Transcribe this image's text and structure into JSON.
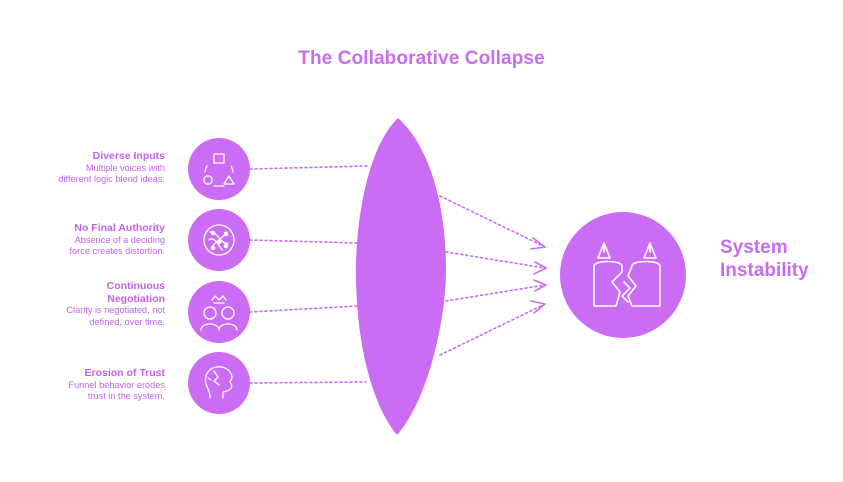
{
  "title": "The Collaborative Collapse",
  "colors": {
    "primary": "#cb6cf5",
    "text": "#c462e8",
    "line": "#c96cf0",
    "icon_stroke": "#ffffff"
  },
  "inputs": [
    {
      "heading": "Diverse Inputs",
      "desc_lines": [
        "Multiple voices with",
        "different logic blend ideas."
      ],
      "icon": "shapes-in-cycle-icon"
    },
    {
      "heading": "No Final Authority",
      "desc_lines": [
        "Absence of a deciding",
        "force creates distortion."
      ],
      "icon": "tangled-network-icon"
    },
    {
      "heading_lines": [
        "Continuous",
        "Negotiation"
      ],
      "desc_lines": [
        "Clarity is negotiated, not",
        "defined, over time."
      ],
      "icon": "two-heads-negotiating-icon"
    },
    {
      "heading": "Erosion of Trust",
      "desc_lines": [
        "Funnel behavior erodes",
        "trust in the system."
      ],
      "icon": "cracked-head-profile-icon"
    }
  ],
  "outcome": {
    "lines": [
      "System",
      "Instability"
    ],
    "icon": "cracked-pillars-icon"
  }
}
